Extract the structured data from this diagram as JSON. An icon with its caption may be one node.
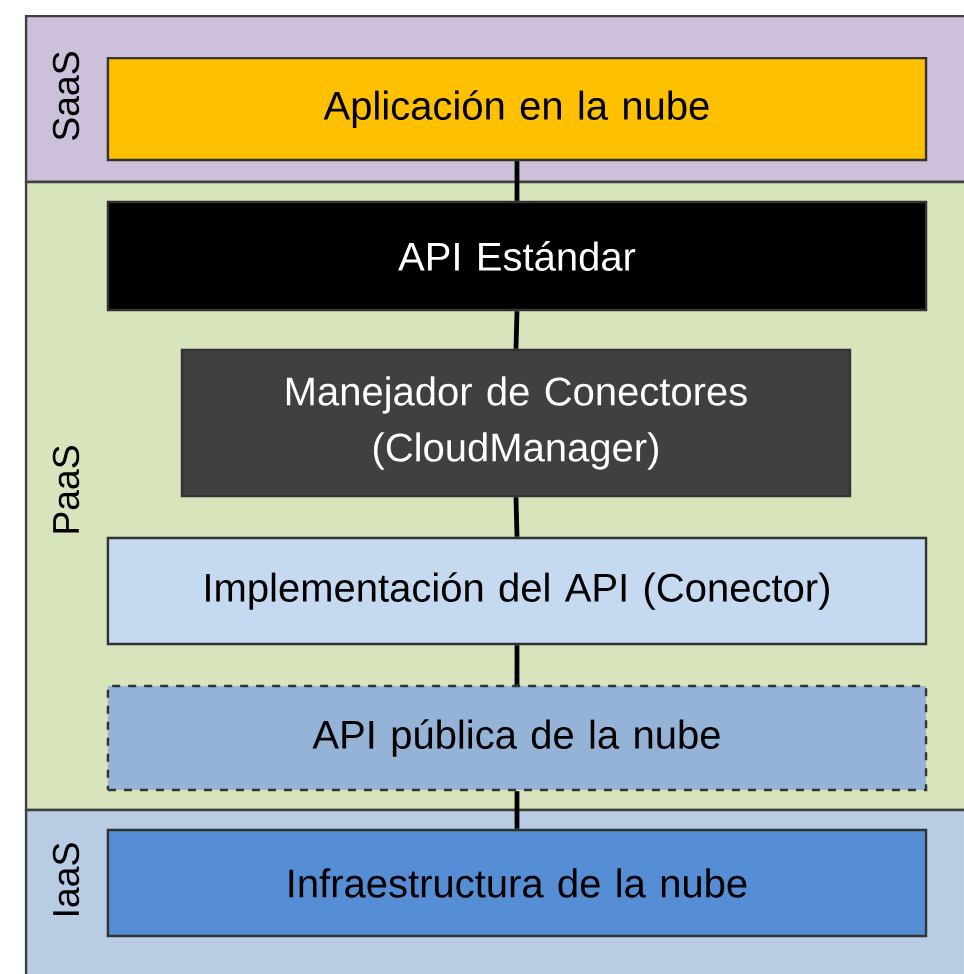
{
  "diagram": {
    "nodes": [
      {
        "text": [
          "SaaS"
        ]
      },
      {
        "text": [
          "Aplicación en la nube"
        ],
        "in": 0
      },
      {
        "text": [
          "PaaS"
        ]
      },
      {
        "text": [
          "API Estándar"
        ],
        "in": 2
      },
      {
        "text": [
          "Manejador de Conectores (CloudManager)"
        ],
        "in": 2
      },
      {
        "text": [
          "Implementación del API (Conector)"
        ],
        "in": 2
      },
      {
        "text": [
          "API pública de la nube"
        ],
        "in": 2
      },
      {
        "text": [
          "IaaS"
        ]
      },
      {
        "text": [
          "Infraestructura de la nube"
        ],
        "in": 7
      }
    ],
    "edges": [
      {
        "from": 1,
        "to": 3,
        "arrow": "none"
      },
      {
        "from": 3,
        "to": 4,
        "arrow": "none"
      },
      {
        "from": 4,
        "to": 5,
        "arrow": "none"
      },
      {
        "from": 5,
        "to": 6,
        "arrow": "none"
      },
      {
        "from": 6,
        "to": 8,
        "arrow": "none"
      }
    ]
  }
}
